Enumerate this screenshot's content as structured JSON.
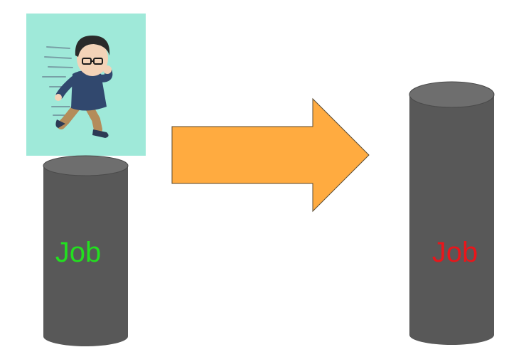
{
  "diagram": {
    "left_cylinder": {
      "label": "Job",
      "label_color": "#22e01f",
      "body_color": "#585858",
      "top_color": "#6e6e6e"
    },
    "right_cylinder": {
      "label": "Job",
      "label_color": "#e8161b",
      "body_color": "#585858",
      "top_color": "#6e6e6e"
    },
    "arrow": {
      "color": "#ffab40",
      "direction": "right"
    },
    "person_card": {
      "background": "#9fe9d9",
      "icon": "running-man-icon"
    }
  }
}
